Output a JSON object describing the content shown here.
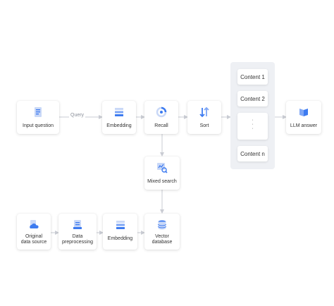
{
  "colors": {
    "edge": "#c9ccd3",
    "icon_primary": "#3d7bf0",
    "icon_secondary": "#c9d8f7",
    "group_bg": "#eef0f4"
  },
  "edge_labels": {
    "query": "Query"
  },
  "nodes": {
    "input_question": {
      "label": "Input question",
      "icon": "document-list-icon"
    },
    "embedding_top": {
      "label": "Embedding",
      "icon": "stacked-layers-icon"
    },
    "recall": {
      "label": "Recall",
      "icon": "recall-ring-icon"
    },
    "sort": {
      "label": "Sort",
      "icon": "sort-arrows-icon"
    },
    "llm_answer": {
      "label": "LLM answer",
      "icon": "book-icon"
    },
    "mixed_search": {
      "label": "Mixed search",
      "icon": "search-chart-icon"
    },
    "original_data_source": {
      "label_line1": "Original",
      "label_line2": "data source",
      "icon": "cloud-data-icon"
    },
    "data_preprocessing": {
      "label_line1": "Data",
      "label_line2": "preprocessing",
      "icon": "document-process-icon"
    },
    "embedding_bottom": {
      "label": "Embedding",
      "icon": "stacked-layers-icon"
    },
    "vector_database": {
      "label_line1": "Vector",
      "label_line2": "database",
      "icon": "database-icon"
    }
  },
  "contents": {
    "items": [
      "Content 1",
      "Content 2",
      "Content n"
    ],
    "ellipsis": [
      "·",
      "·",
      "·"
    ]
  }
}
